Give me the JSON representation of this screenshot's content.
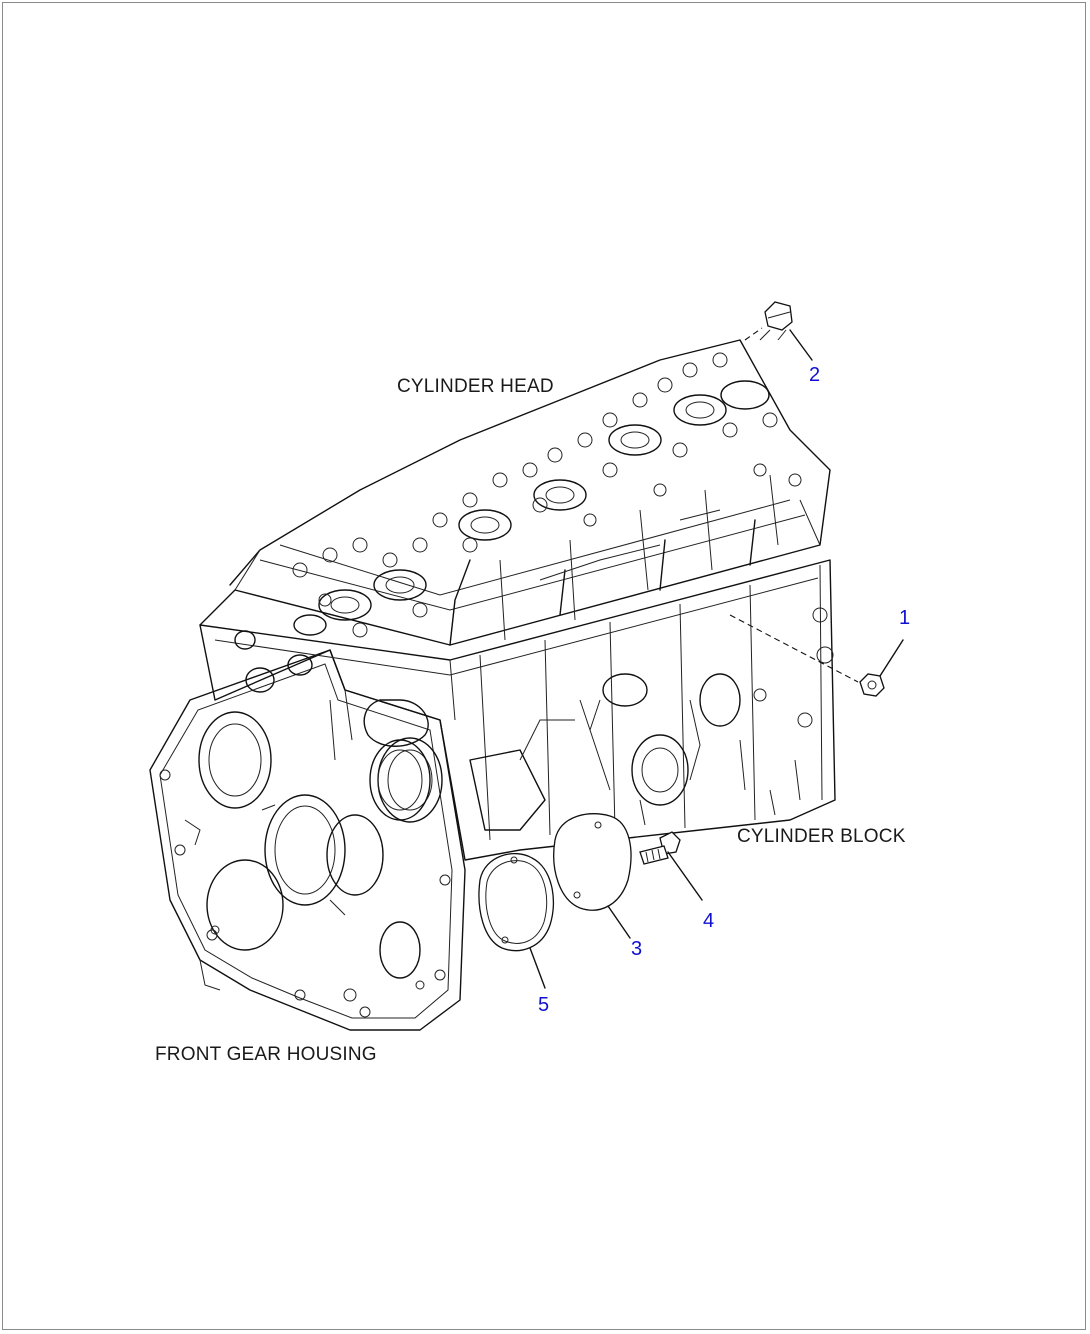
{
  "labels": {
    "cylinder_head": "CYLINDER HEAD",
    "cylinder_block": "CYLINDER BLOCK",
    "front_gear_housing": "FRONT GEAR HOUSING"
  },
  "callouts": [
    "1",
    "2",
    "3",
    "4",
    "5"
  ],
  "colors": {
    "callout": "#1010d0",
    "line": "#111111",
    "border": "#8a8a8a"
  }
}
